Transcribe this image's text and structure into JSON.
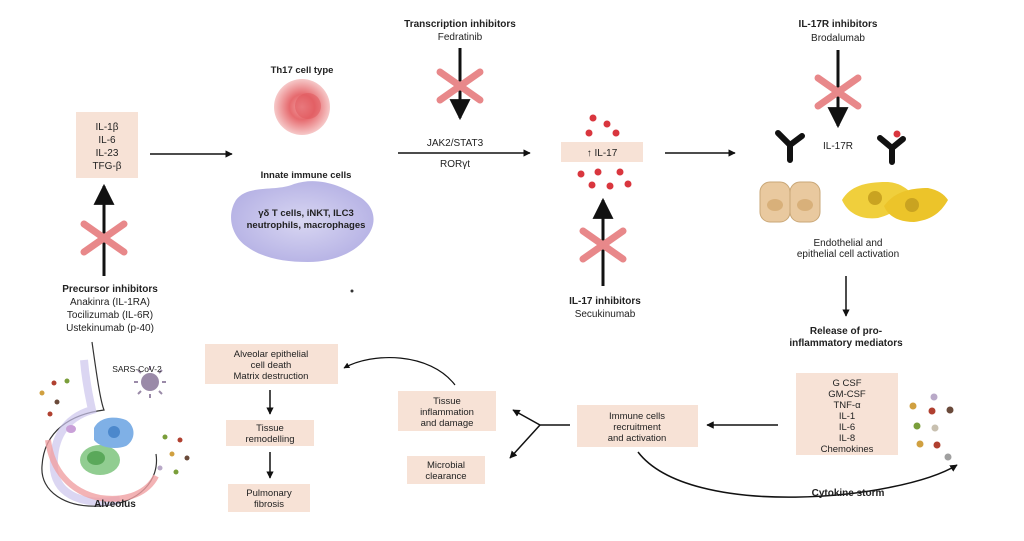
{
  "precursor_box": {
    "lines": [
      "IL-1β",
      "IL-6",
      "IL-23",
      "TFG-β"
    ]
  },
  "precursor_inhibitors": {
    "title": "Precursor inhibitors",
    "drugs": [
      "Anakinra (IL-1RA)",
      "Tocilizumab (IL-6R)",
      "Ustekinumab (p-40)"
    ]
  },
  "th17": {
    "label": "Th17 cell type"
  },
  "innate": {
    "label": "Innate immune cells",
    "cells_line1": "γδ T cells, iNKT, ILC3",
    "cells_line2": "neutrophils, macrophages"
  },
  "transcription_inhibitors": {
    "title": "Transcription inhibitors",
    "drug": "Fedratinib"
  },
  "pathway": {
    "jak_stat": "JAK2/STAT3",
    "ror": "RORγt"
  },
  "il17_box": {
    "label": "↑ IL-17"
  },
  "il17_inhibitors": {
    "title": "IL-17 inhibitors",
    "drug": "Secukinumab"
  },
  "il17r_inhibitors": {
    "title": "IL-17R inhibitors",
    "drug": "Brodalumab"
  },
  "il17r": {
    "label": "IL-17R"
  },
  "activation": {
    "line1": "Endothelial and",
    "line2": "epithelial cell activation"
  },
  "release": {
    "line1": "Release of pro-",
    "line2": "inflammatory mediators"
  },
  "mediators": {
    "lines": [
      "G CSF",
      "GM-CSF",
      "TNF-α",
      "IL-1",
      "IL-6",
      "IL-8",
      "Chemokines"
    ]
  },
  "cytokine_storm": {
    "label": "Cytokine storm"
  },
  "immune_recruit": {
    "lines": [
      "Immune cells",
      "recruitment",
      "and activation"
    ]
  },
  "tissue_inflam": {
    "lines": [
      "Tissue",
      "inflammation",
      "and damage"
    ]
  },
  "microbial": {
    "lines": [
      "Microbial",
      "clearance"
    ]
  },
  "alveolar_death": {
    "lines": [
      "Alveolar epithelial",
      "cell death",
      "Matrix destruction"
    ]
  },
  "remodelling": {
    "lines": [
      "Tissue",
      "remodelling"
    ]
  },
  "fibrosis": {
    "lines": [
      "Pulmonary",
      "fibrosis"
    ]
  },
  "sars": {
    "label": "SARS-CoV-2"
  },
  "alveolus": {
    "label": "Alveolus"
  },
  "colors": {
    "box_fill": "#f7e2d6",
    "x_mark": "#e8888a",
    "particle_red": "#d9363e",
    "th17_cell": "#e0585c",
    "innate_cell": "#b9b6e6",
    "endothelial": "#e9c99f",
    "epithelial": "#f0cf3c"
  }
}
